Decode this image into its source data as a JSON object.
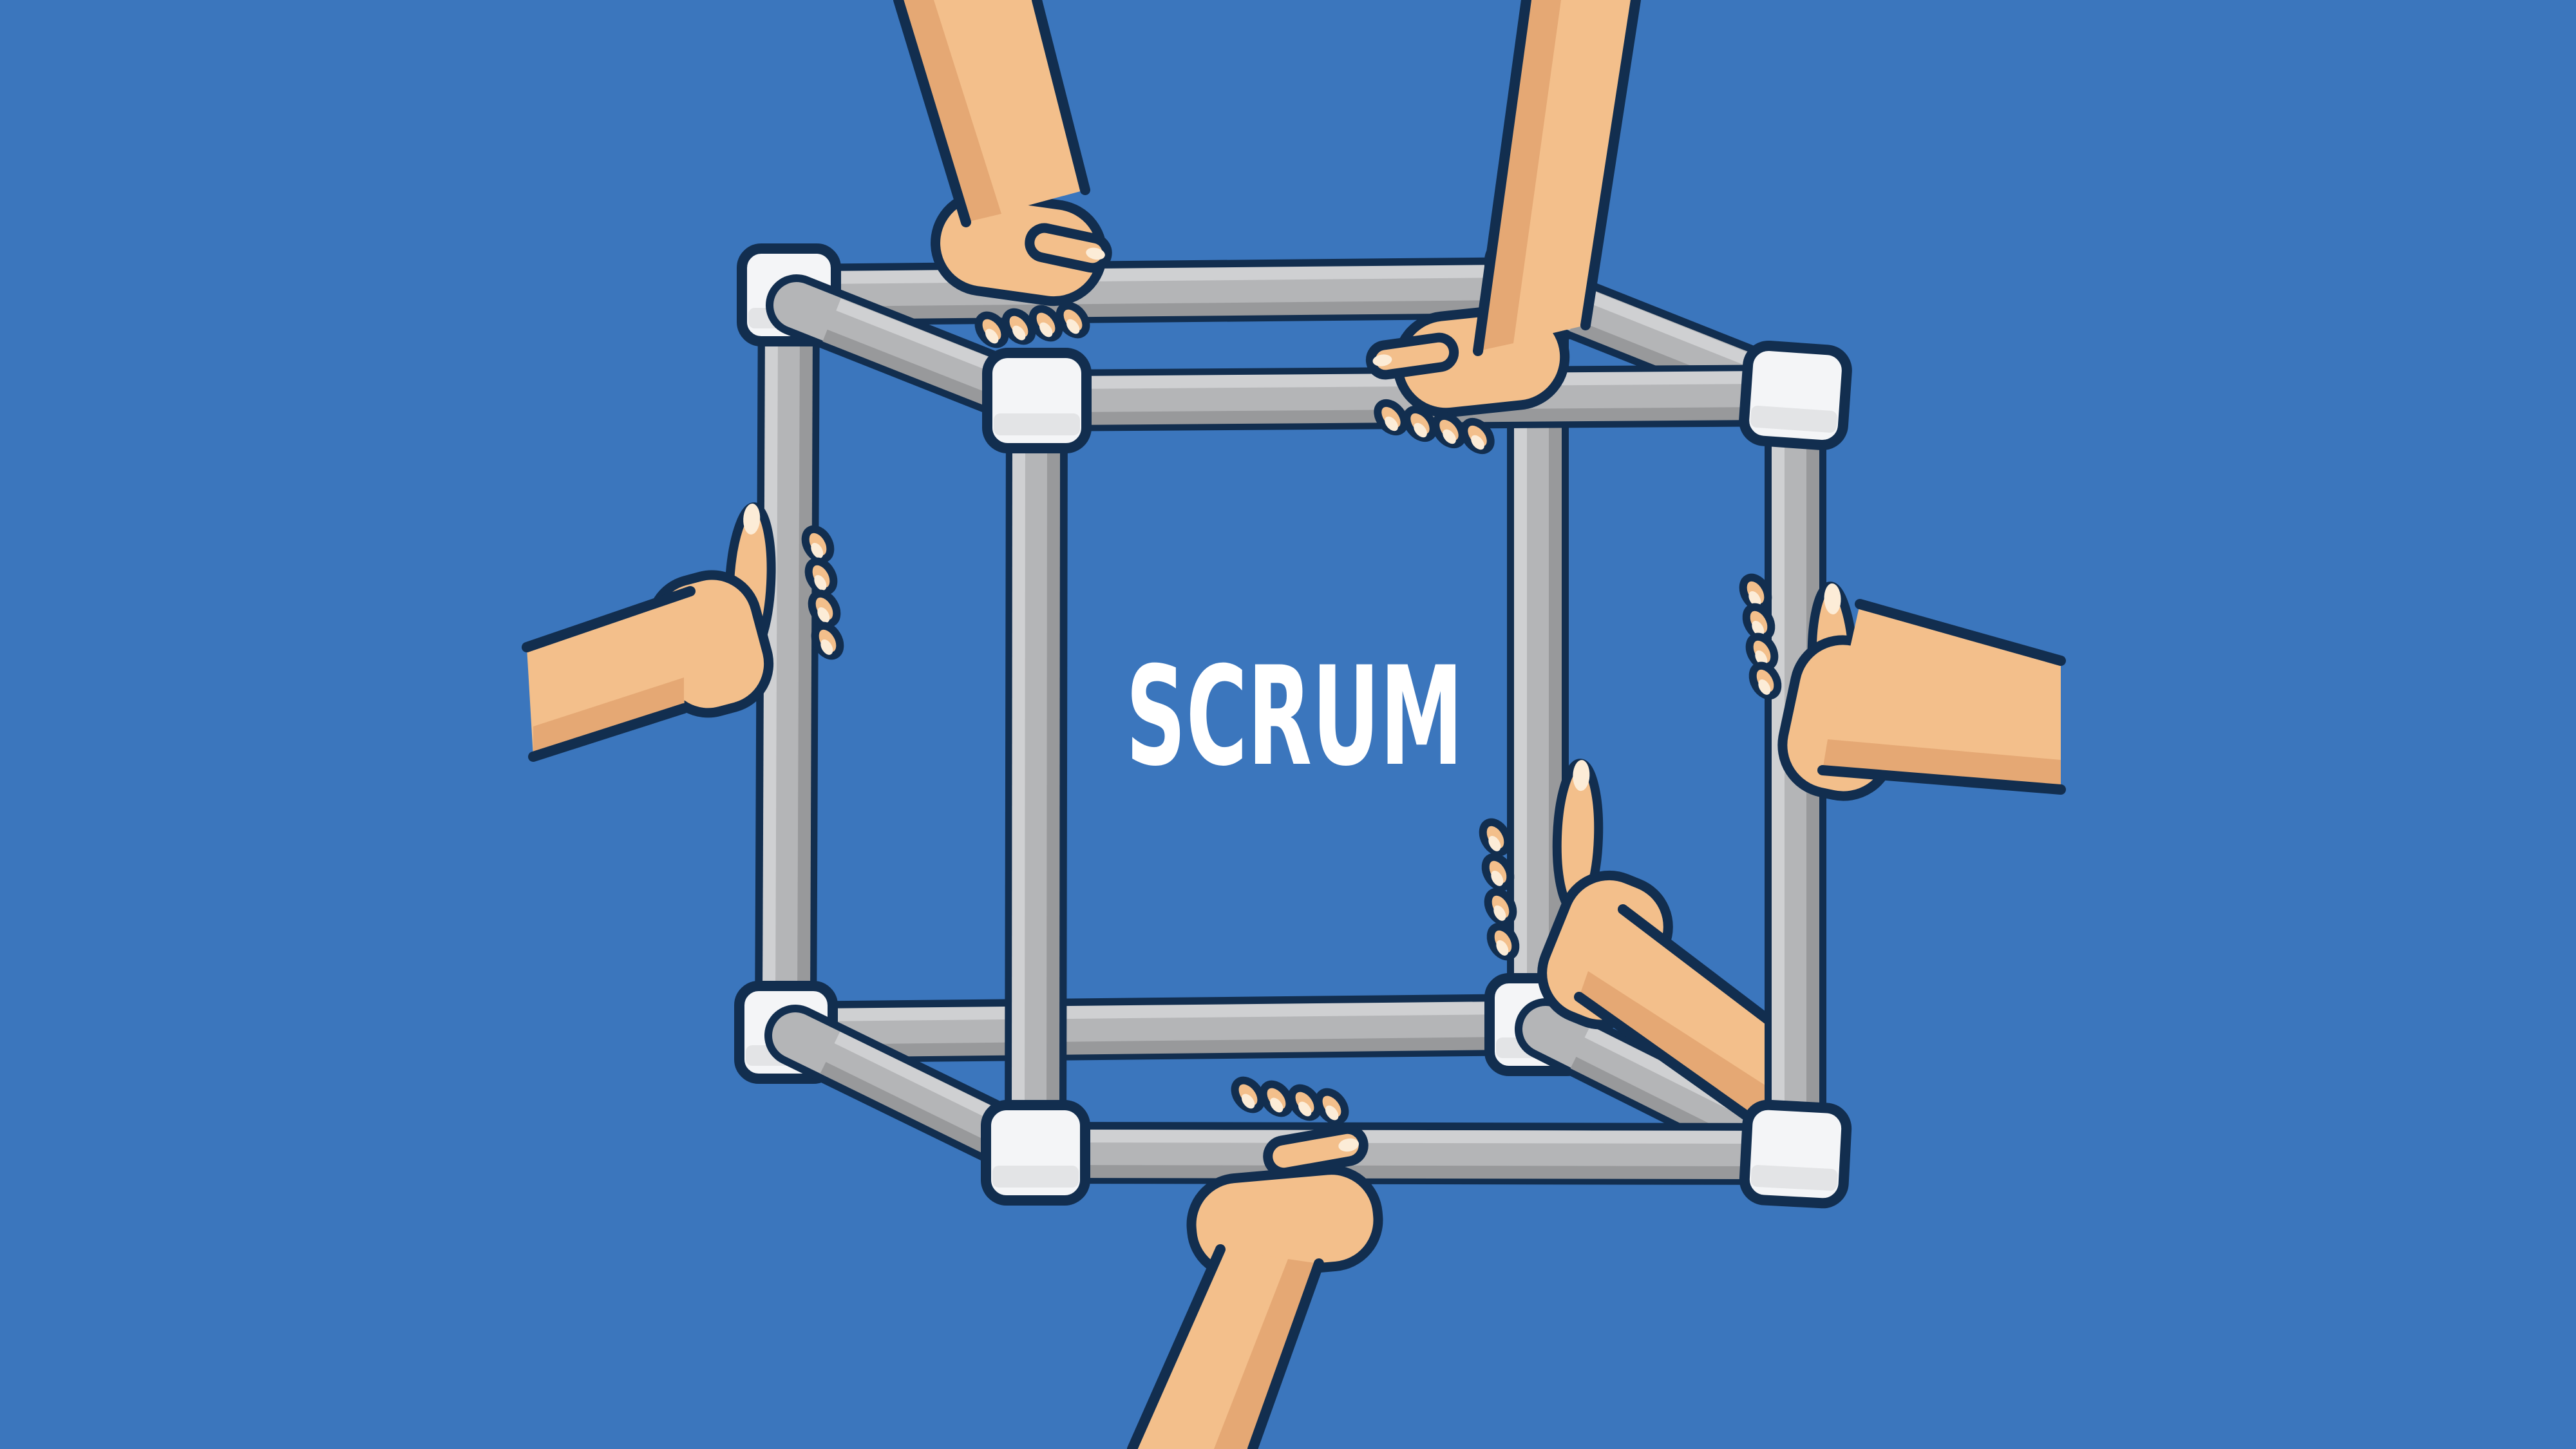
{
  "title": "SCRUM",
  "illustration": {
    "subject": "six hands holding a cube pipe frame",
    "hands_count": 6
  },
  "colors": {
    "bg": "#3b76bd",
    "outline": "#122e4f",
    "pipe": "#b4b5b7",
    "pipe_light": "#cfd0d2",
    "pipe_dark": "#98999b",
    "connector": "#f4f5f7",
    "connector_band": "#e3e4e6",
    "skin": "#f3bf8b",
    "skin_shadow": "#e5a874",
    "nail": "#fcecd7",
    "text": "#ffffff"
  }
}
